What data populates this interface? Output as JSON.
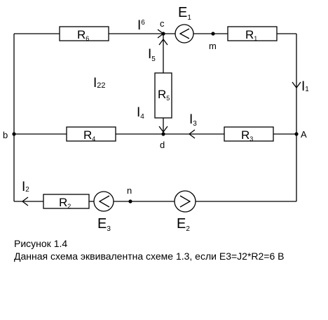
{
  "resistors": {
    "r6": {
      "letter": "R",
      "sub": "6"
    },
    "r1": {
      "letter": "R",
      "sub": "1"
    },
    "r5": {
      "letter": "R",
      "sub": "5"
    },
    "r4": {
      "letter": "R",
      "sub": "4"
    },
    "r3": {
      "letter": "R",
      "sub": "3"
    },
    "r2": {
      "letter": "R",
      "sub": "2"
    }
  },
  "sources": {
    "e1": {
      "letter": "E",
      "sub": "1"
    },
    "e2": {
      "letter": "E",
      "sub": "2"
    },
    "e3": {
      "letter": "E",
      "sub": "3"
    }
  },
  "currents": {
    "i6": {
      "letter": "I",
      "sub": "6"
    },
    "i5": {
      "letter": "I",
      "sub": "5"
    },
    "i22": {
      "letter": "I",
      "sub": "22"
    },
    "i4": {
      "letter": "I",
      "sub": "4"
    },
    "i3": {
      "letter": "I",
      "sub": "3"
    },
    "i1": {
      "letter": "I",
      "sub": "1"
    },
    "i2": {
      "letter": "I",
      "sub": "2"
    }
  },
  "nodes": {
    "c": "c",
    "m": "m",
    "b": "b",
    "d": "d",
    "a": "A",
    "n": "n"
  },
  "caption": {
    "line1": "Рисунок 1.4",
    "line2": "Данная схема эквивалентна схеме 1.3, если E3=J2*R2=6 В"
  }
}
